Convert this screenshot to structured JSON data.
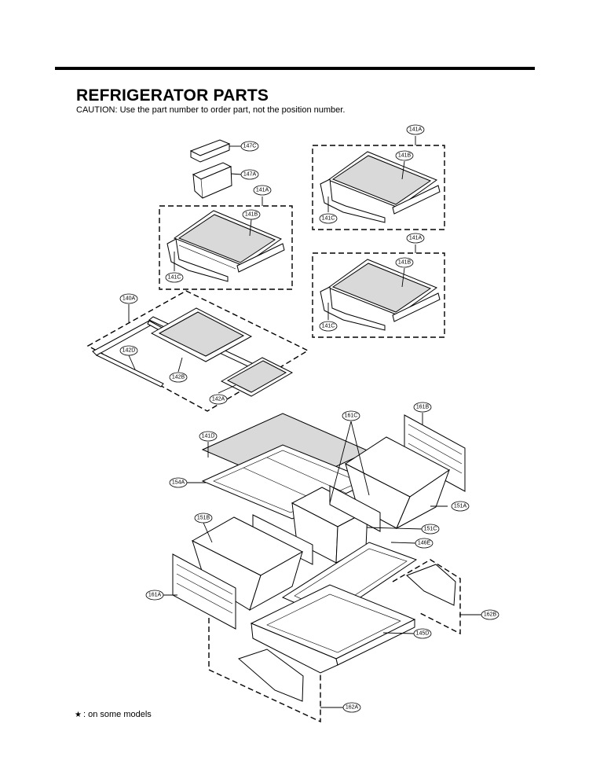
{
  "header": {
    "title": "REFRIGERATOR PARTS",
    "caution": "CAUTION: Use the part number to order part, not the position number."
  },
  "footnote": {
    "symbol": "★",
    "text": ": on some models"
  },
  "labels": {
    "l147C": "147C",
    "l147A": "147A",
    "l141A_1": "141A",
    "l141B_1": "141B",
    "l141C_1": "141C",
    "l141A_2": "141A",
    "l141B_2": "141B",
    "l141C_2": "141C",
    "l141A_3": "141A",
    "l141B_3": "141B",
    "l141C_3": "141C",
    "l140A": "140A",
    "l142D": "142D",
    "l142B": "142B",
    "l142A": "142A",
    "l141D": "141D",
    "l154A": "154A",
    "l161C": "161C",
    "l161B": "161B",
    "l151A": "151A",
    "l151B": "151B",
    "l151C": "151C",
    "l146E": "146E",
    "l161A": "161A",
    "l162B": "162B",
    "l145D": "145D",
    "l162A": "162A"
  }
}
